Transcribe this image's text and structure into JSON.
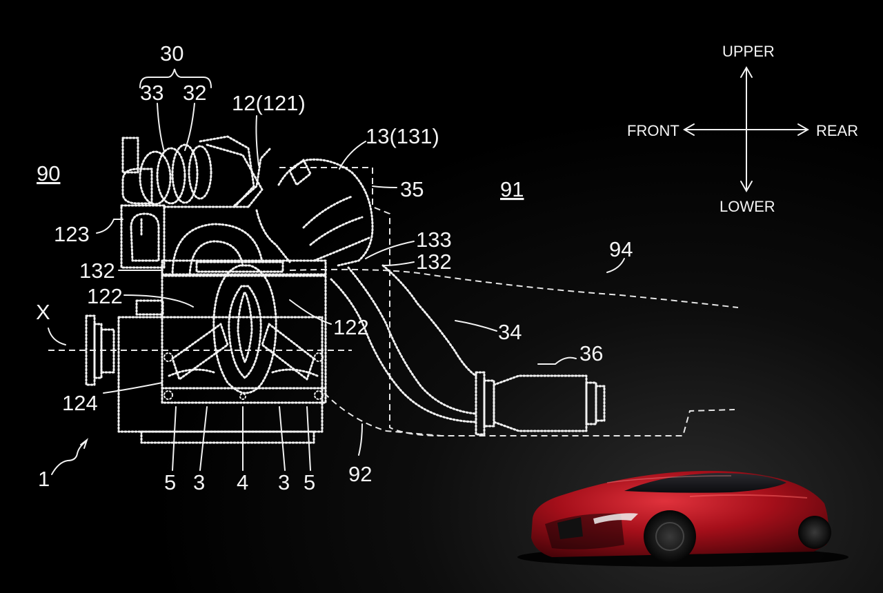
{
  "labels": {
    "l30": "30",
    "l33": "33",
    "l32": "32",
    "l12": "12(121)",
    "l13": "13(131)",
    "l90": "90",
    "l91": "91",
    "l35": "35",
    "l123": "123",
    "l133": "133",
    "l132a": "132",
    "l132b": "132",
    "l94": "94",
    "l122a": "122",
    "l122b": "122",
    "lX": "X",
    "l34": "34",
    "l36": "36",
    "l124": "124",
    "l1": "1",
    "l92": "92",
    "b5a": "5",
    "b3a": "3",
    "b4": "4",
    "b3b": "3",
    "b5b": "5"
  },
  "directions": {
    "upper": "UPPER",
    "lower": "LOWER",
    "front": "FRONT",
    "rear": "REAR"
  },
  "colors": {
    "background": "#000000",
    "line": "#f2f2f2",
    "car_body": "#b0121e"
  },
  "icons": {
    "car": "sports-car-photo",
    "compass": "direction-arrows-icon"
  }
}
